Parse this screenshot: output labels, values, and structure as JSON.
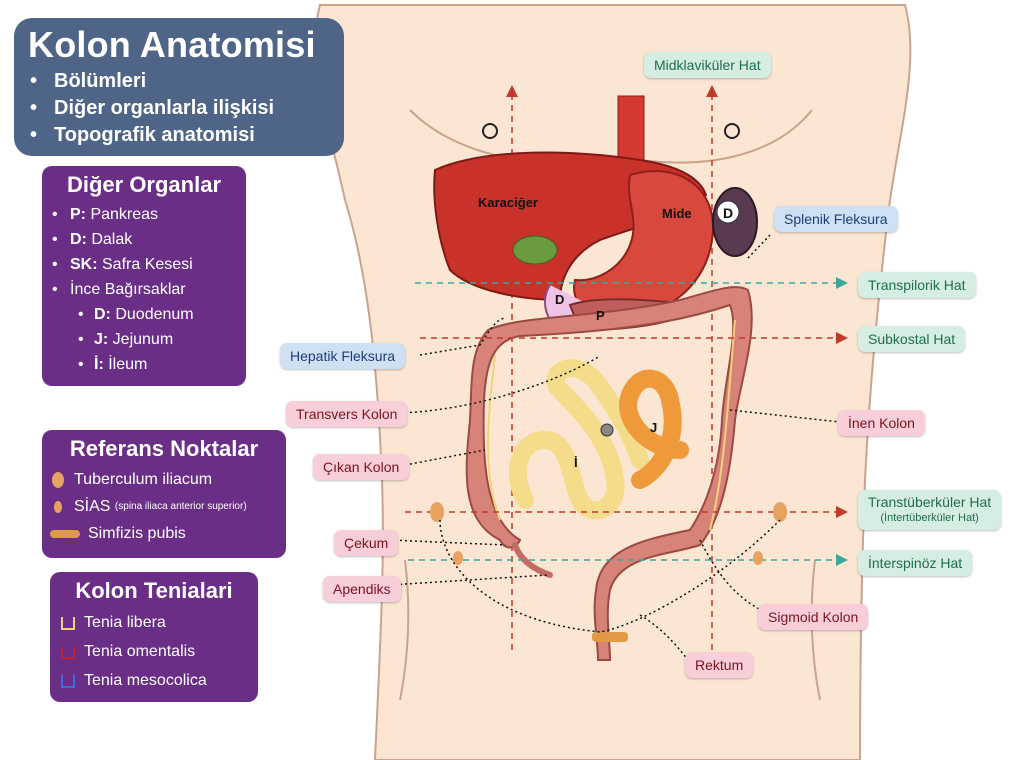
{
  "title": {
    "heading": "Kolon Anatomisi",
    "bullets": [
      "Bölümleri",
      "Diğer organlarla ilişkisi",
      "Topografik anatomisi"
    ]
  },
  "organs_panel": {
    "heading": "Diğer Organlar",
    "items": [
      {
        "key": "P:",
        "text": " Pankreas"
      },
      {
        "key": "D:",
        "text": " Dalak"
      },
      {
        "key": "SK:",
        "text": " Safra Kesesi"
      },
      {
        "key": "",
        "text": "İnce Bağırsaklar"
      },
      {
        "key": "D:",
        "text": " Duodenum"
      },
      {
        "key": "J:",
        "text": " Jejunum"
      },
      {
        "key": "İ:",
        "text": " İleum"
      }
    ]
  },
  "refs_panel": {
    "heading": "Referans Noktalar",
    "items": [
      "Tuberculum iliacum",
      "SİAS",
      "(spina iliaca anterior superior)",
      "Simfizis pubis"
    ]
  },
  "tenia_panel": {
    "heading": "Kolon Tenialari",
    "items": [
      {
        "text": "Tenia libera",
        "color": "#f1d27a"
      },
      {
        "text": "Tenia omentalis",
        "color": "#c2202e"
      },
      {
        "text": "Tenia mesocolica",
        "color": "#3c6fd8"
      }
    ]
  },
  "organ_labels": {
    "karaciger": "Karaciğer",
    "mide": "Mide",
    "dalak": "D",
    "duodenum": "D",
    "pankreas": "P",
    "jejunum": "J",
    "ileum": "İ"
  },
  "labels": {
    "midklavikuler": "Midklaviküler Hat",
    "splenik": "Splenik Fleksura",
    "transpilorik": "Transpilorik Hat",
    "subkostal": "Subkostal Hat",
    "hepatik": "Hepatik Fleksura",
    "transvers": "Transvers Kolon",
    "inen": "İnen Kolon",
    "cikan": "Çıkan Kolon",
    "transtuberkuler": "Transtüberküler Hat",
    "intertuberkuler": "(İntertüberküler Hat)",
    "cekum": "Çekum",
    "interspinoz": "İnterspinöz Hat",
    "apendiks": "Apendiks",
    "sigmoid": "Sigmoid Kolon",
    "rektum": "Rektum"
  },
  "colors": {
    "title_bg": "#4e6587",
    "panel_bg": "#6b2e87",
    "skin": "#fbe6d3",
    "liver": "#c8322b",
    "colon": "#d88379",
    "jejunum": "#ef9a3a",
    "ileum": "#f5dc8a"
  }
}
